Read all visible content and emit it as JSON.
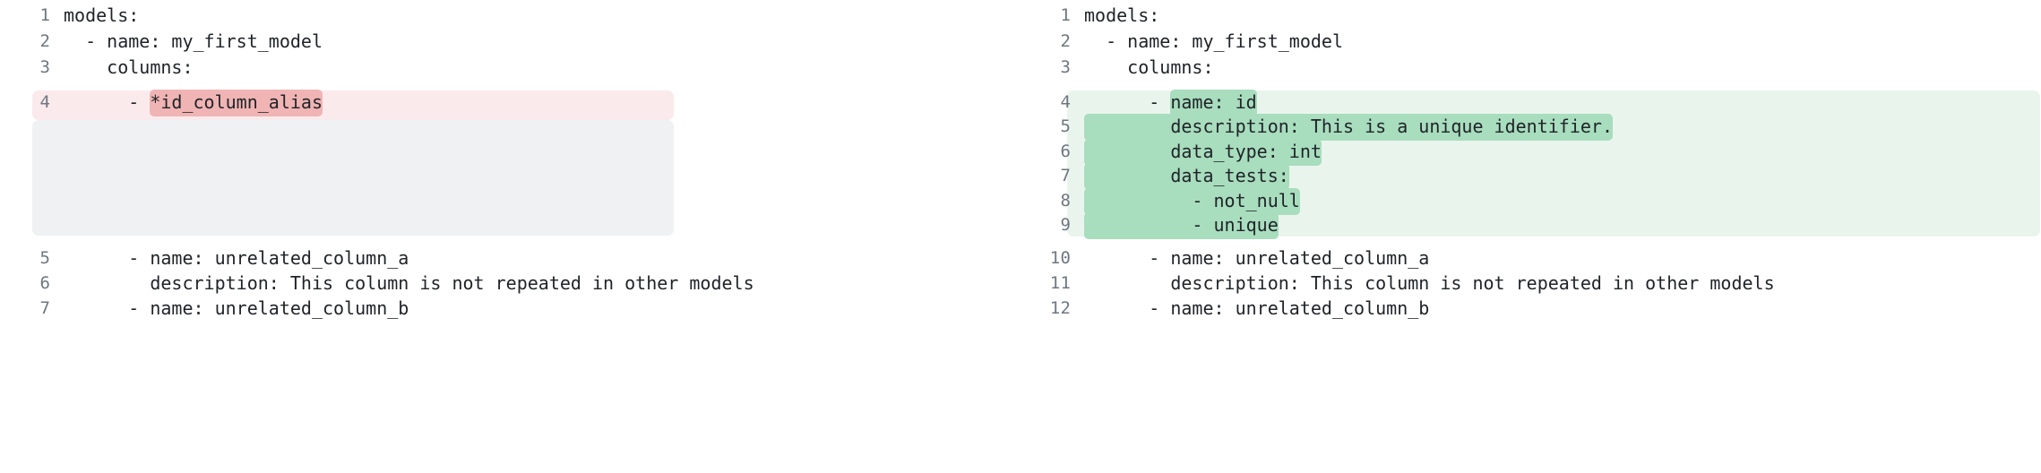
{
  "view": {
    "type": "side-by-side-diff",
    "colors": {
      "deletion_block_bg": "#fbeaec",
      "deletion_word_bg": "#f0b4b4",
      "addition_block_bg": "#e9f5ec",
      "addition_word_bg": "#a8ddbe",
      "placeholder_bg": "#eff1f2",
      "gutter_text": "#6e7781",
      "code_text": "#1f2328",
      "page_bg": "#ffffff"
    }
  },
  "left_pane": {
    "name": "before",
    "lines": [
      {
        "number": "1",
        "text": "models:",
        "kind": "context"
      },
      {
        "number": "2",
        "text": "  - name: my_first_model",
        "kind": "context"
      },
      {
        "number": "3",
        "text": "    columns:",
        "kind": "context"
      },
      {
        "number": "4",
        "text": "      - ",
        "highlight": "*id_column_alias",
        "kind": "deletion"
      },
      {
        "number": "5",
        "text": "      - name: unrelated_column_a",
        "kind": "context"
      },
      {
        "number": "6",
        "text": "        description: This column is not repeated in other models",
        "kind": "context"
      },
      {
        "number": "7",
        "text": "      - name: unrelated_column_b",
        "kind": "context"
      }
    ]
  },
  "right_pane": {
    "name": "after",
    "lines": [
      {
        "number": "1",
        "text": "models:",
        "kind": "context"
      },
      {
        "number": "2",
        "text": "  - name: my_first_model",
        "kind": "context"
      },
      {
        "number": "3",
        "text": "    columns:",
        "kind": "context"
      },
      {
        "number": "4",
        "text": "      - ",
        "highlight": "name: id",
        "kind": "addition"
      },
      {
        "number": "5",
        "text": "",
        "highlight": "        description: This is a unique identifier.",
        "kind": "addition"
      },
      {
        "number": "6",
        "text": "",
        "highlight": "        data_type: int",
        "kind": "addition"
      },
      {
        "number": "7",
        "text": "",
        "highlight": "        data_tests:",
        "kind": "addition"
      },
      {
        "number": "8",
        "text": "",
        "highlight": "          - not_null",
        "kind": "addition"
      },
      {
        "number": "9",
        "text": "",
        "highlight": "          - unique",
        "kind": "addition"
      },
      {
        "number": "10",
        "text": "      - name: unrelated_column_a",
        "kind": "context"
      },
      {
        "number": "11",
        "text": "        description: This column is not repeated in other models",
        "kind": "context"
      },
      {
        "number": "12",
        "text": "      - name: unrelated_column_b",
        "kind": "context"
      }
    ]
  }
}
